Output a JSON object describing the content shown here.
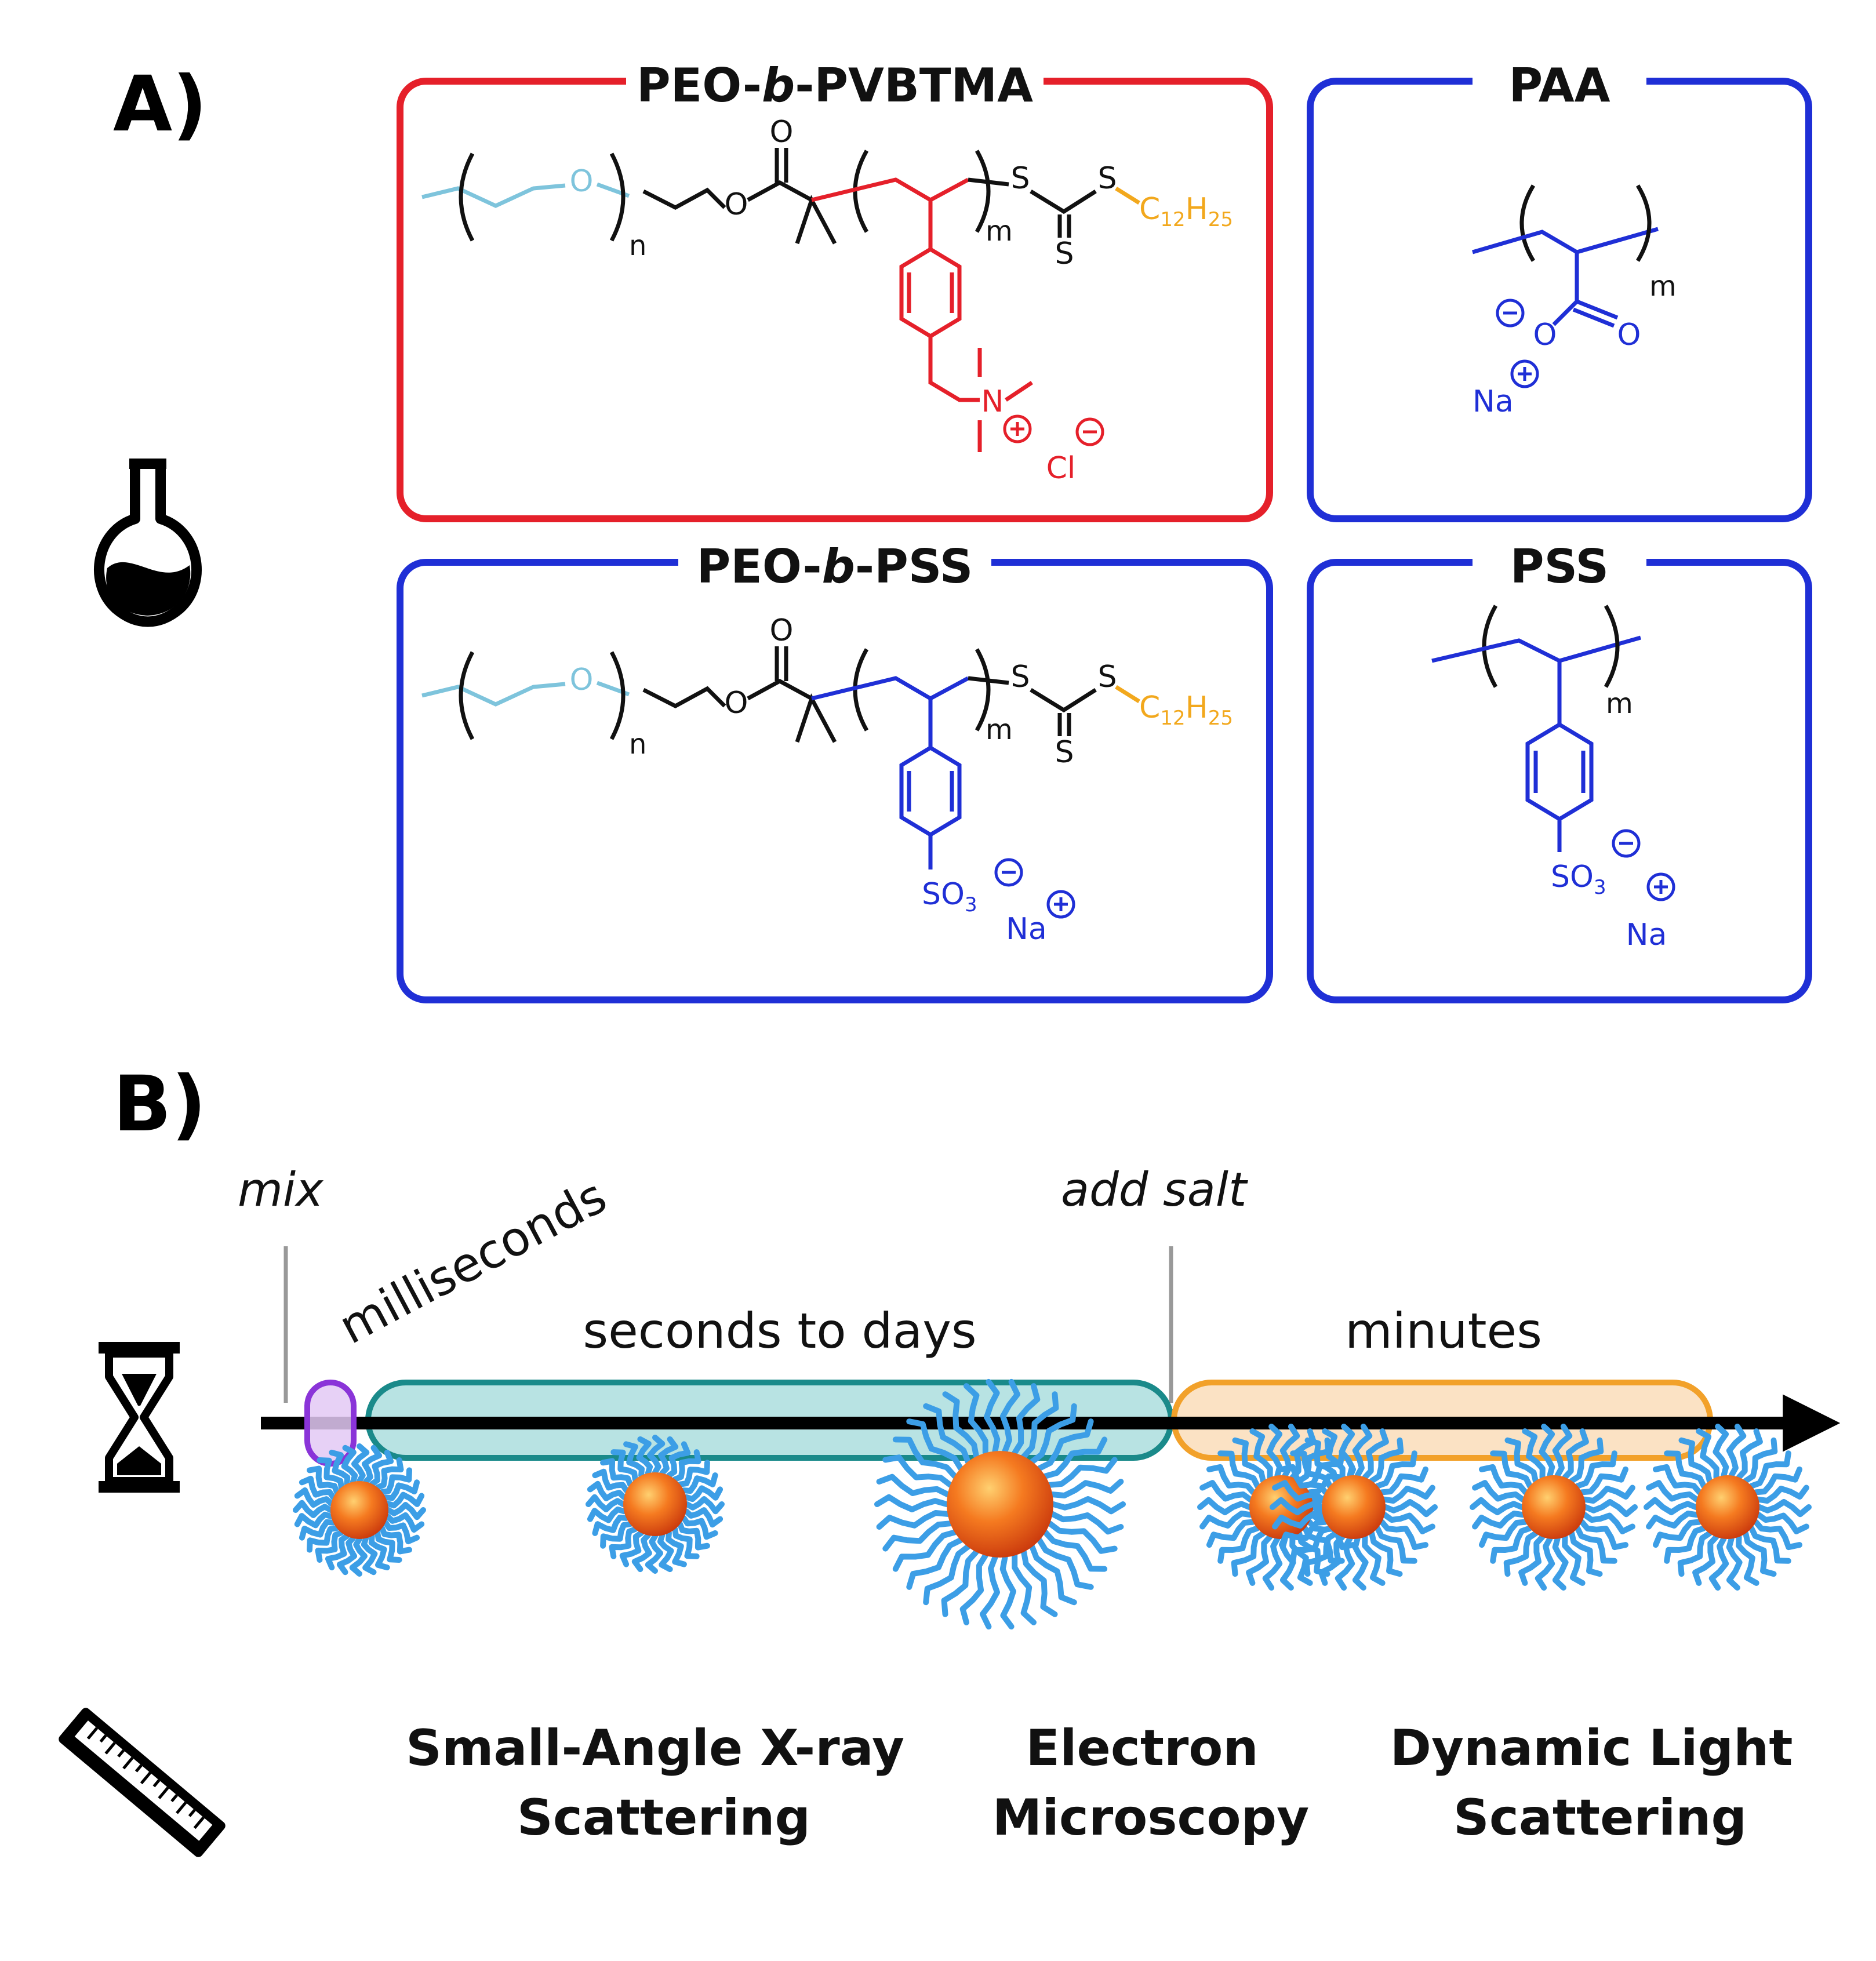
{
  "panel_a": {
    "label": "A)",
    "boxes": {
      "pvbtma": {
        "title_pre": "PEO-",
        "title_italic": "b",
        "title_post": "-PVBTMA",
        "atoms": {
          "o_ether": "O",
          "o_ester": "O",
          "o_carbonyl": "O",
          "s1": "S",
          "s2": "S",
          "s_thione": "S",
          "n_sub": "n",
          "m_sub": "m",
          "dodecyl_c": "C",
          "dodecyl_c_sub": "12",
          "dodecyl_h": "H",
          "dodecyl_h_sub": "25",
          "nitrogen": "N",
          "chloride": "Cl"
        }
      },
      "paa": {
        "title": "PAA",
        "atoms": {
          "m_sub": "m",
          "o_minus": "O",
          "o_double": "O",
          "na": "Na"
        }
      },
      "pss_block": {
        "title_pre": "PEO-",
        "title_italic": "b",
        "title_post": "-PSS",
        "atoms": {
          "o_ether": "O",
          "o_ester": "O",
          "o_carbonyl": "O",
          "s1": "S",
          "s2": "S",
          "s_thione": "S",
          "n_sub": "n",
          "m_sub": "m",
          "dodecyl_c": "C",
          "dodecyl_c_sub": "12",
          "dodecyl_h": "H",
          "dodecyl_h_sub": "25",
          "so3": "SO",
          "so3_sub": "3",
          "na": "Na"
        }
      },
      "pss": {
        "title": "PSS",
        "atoms": {
          "m_sub": "m",
          "so3": "SO",
          "so3_sub": "3",
          "na": "Na"
        }
      }
    },
    "colors": {
      "cationic_box": "#e5202a",
      "anionic_box": "#1f2fd6",
      "peo": "#7ec4dc",
      "dodecyl": "#f2a81d",
      "black": "#111111"
    }
  },
  "panel_b": {
    "label": "B)",
    "events": {
      "mix": "mix",
      "add_salt": "add salt"
    },
    "timescales": {
      "milliseconds": "milliseconds",
      "seconds_to_days": "seconds to days",
      "minutes": "minutes"
    },
    "colors": {
      "ms_bar": "#8a34d8",
      "sd_bar": "#1a8a8a",
      "min_bar": "#f2a12a",
      "core": "#f26a1e",
      "corona": "#3c9ee6"
    },
    "techniques": {
      "saxs": [
        "Small-Angle X-ray",
        "Scattering"
      ],
      "em": [
        "Electron",
        "Microscopy"
      ],
      "dls": [
        "Dynamic Light",
        "Scattering"
      ]
    }
  },
  "icons": [
    "flask-icon",
    "hourglass-icon",
    "ruler-icon"
  ]
}
